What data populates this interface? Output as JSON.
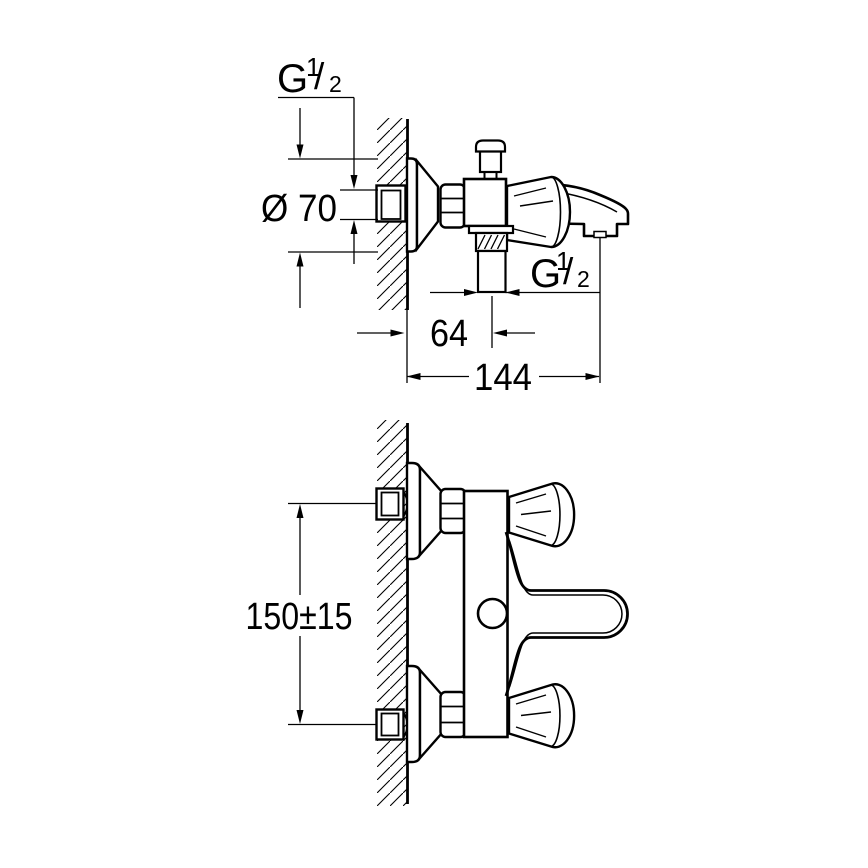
{
  "drawing": {
    "kind": "technical installation drawing",
    "subject": "wall-mounted bath/shower mixer, side view and plan view",
    "colors": {
      "background": "#ffffff",
      "line": "#000000"
    },
    "labels": {
      "inlet_thread_top": {
        "g": "G",
        "sup": "1",
        "slash": "/",
        "sub": "2"
      },
      "outlet_thread": {
        "g": "G",
        "sup": "1",
        "slash": "/",
        "sub": "2"
      },
      "escutcheon_diameter": "Ø 70",
      "wall_to_outlet_center": "64",
      "wall_to_spout_tip": "144",
      "connection_spacing": "150±15"
    }
  }
}
